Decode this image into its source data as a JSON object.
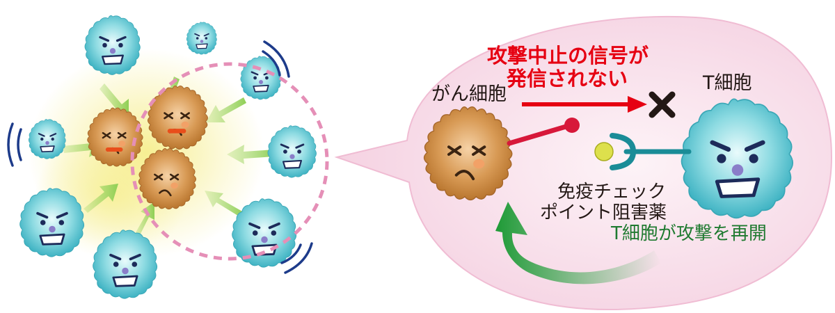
{
  "labels": {
    "signal_line1": "攻撃中止の信号が",
    "signal_line2": "発信されない",
    "cancer_cell": "がん細胞",
    "t_cell": "T細胞",
    "drug_line1": "免疫チェック",
    "drug_line2": "ポイント阻害薬",
    "t_cell_resumes": "T細胞が攻撃を再開"
  },
  "colors": {
    "signal_red": "#e60012",
    "resume_green": "#1f7a30",
    "tcell_teal": "#53c3cf",
    "cancer_orange": "#c98a3f",
    "dashed_circle_pink": "#e58fb7",
    "bubble_pink": "#f9dde9",
    "glow_yellow": "#f6ee8e",
    "attack_arrow_green": "#a8d86b",
    "blocked_cross": "#231815",
    "drug_ball_yellow": "#dde04c"
  },
  "icons": {
    "cross": "cross-icon",
    "signal_arrow": "right-arrow-icon",
    "resume_arrow": "curved-arrow-icon"
  }
}
